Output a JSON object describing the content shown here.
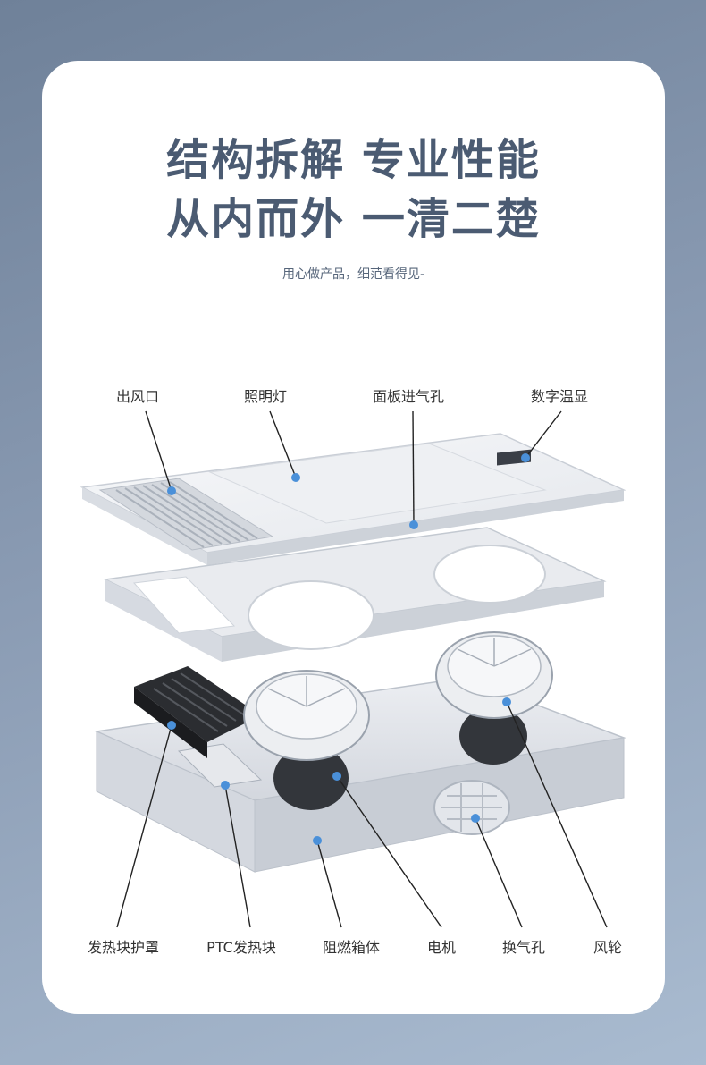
{
  "headline": {
    "line1": "结构拆解 专业性能",
    "line2": "从内而外 一清二楚"
  },
  "subtitle": "用心做产品，细范看得见-",
  "callouts_top": [
    {
      "id": "air-outlet",
      "label": "出风口"
    },
    {
      "id": "lighting-lamp",
      "label": "照明灯"
    },
    {
      "id": "panel-intake",
      "label": "面板进气孔"
    },
    {
      "id": "digital-temp",
      "label": "数字温显"
    }
  ],
  "callouts_bottom": [
    {
      "id": "heater-cover",
      "label": "发热块护罩"
    },
    {
      "id": "ptc-heater",
      "label": "PTC发热块"
    },
    {
      "id": "flame-box",
      "label": "阻燃箱体"
    },
    {
      "id": "motor",
      "label": "电机"
    },
    {
      "id": "vent-hole",
      "label": "换气孔"
    },
    {
      "id": "impeller",
      "label": "风轮"
    }
  ],
  "colors": {
    "accent_dot": "#4a90d9",
    "title": "#4b5b72",
    "line": "#222222"
  }
}
